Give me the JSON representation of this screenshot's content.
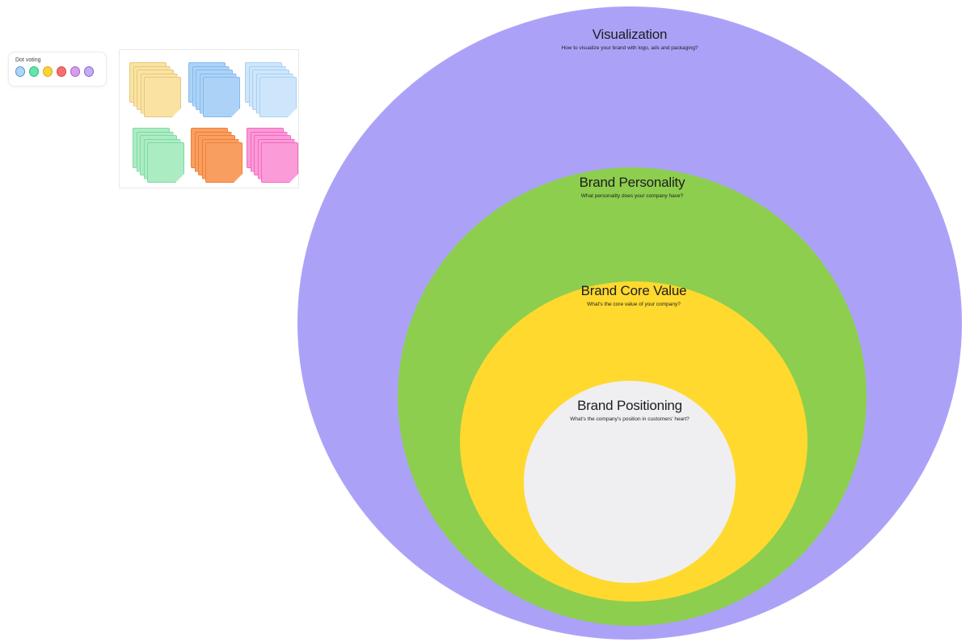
{
  "canvas": {
    "background": "#ffffff"
  },
  "dot_voting": {
    "label": "Dot voting",
    "dots": [
      {
        "name": "blue",
        "fill": "#AFD7F4",
        "border": "#5193D6"
      },
      {
        "name": "green",
        "fill": "#67E3AB",
        "border": "#2FBF7F"
      },
      {
        "name": "yellow",
        "fill": "#F8D62F",
        "border": "#D8A62E"
      },
      {
        "name": "red",
        "fill": "#F56F6F",
        "border": "#D84B4B"
      },
      {
        "name": "orchid",
        "fill": "#D79EEC",
        "border": "#AC5FD4"
      },
      {
        "name": "lavender",
        "fill": "#C3ADF3",
        "border": "#8B64D8"
      }
    ]
  },
  "sticky_notes": {
    "sheets_per_stack": 5,
    "stacks": [
      {
        "name": "yellow",
        "fill": "#FAE3A2",
        "border": "#E4C77D"
      },
      {
        "name": "blue",
        "fill": "#ACD3F7",
        "border": "#86B9EC"
      },
      {
        "name": "light-blue",
        "fill": "#CEE6FB",
        "border": "#AACEF2"
      },
      {
        "name": "green",
        "fill": "#ACECC3",
        "border": "#7FDAA4"
      },
      {
        "name": "orange",
        "fill": "#F99E61",
        "border": "#F07F35"
      },
      {
        "name": "pink",
        "fill": "#FB9BD7",
        "border": "#F368BF"
      }
    ]
  },
  "diagram": {
    "rings": [
      {
        "title": "Visualization",
        "subtitle": "How to visualize your brand with logo, ads and packaging?",
        "color": "#ABA2F8"
      },
      {
        "title": "Brand Personality",
        "subtitle": "What personality does your company have?",
        "color": "#8DCE4E"
      },
      {
        "title": "Brand Core Value",
        "subtitle": "What's the core value of your company?",
        "color": "#FFD92E"
      },
      {
        "title": "Brand Positioning",
        "subtitle": "What's the company's position in customers' heart?",
        "color": "#EFEFF1"
      }
    ]
  }
}
